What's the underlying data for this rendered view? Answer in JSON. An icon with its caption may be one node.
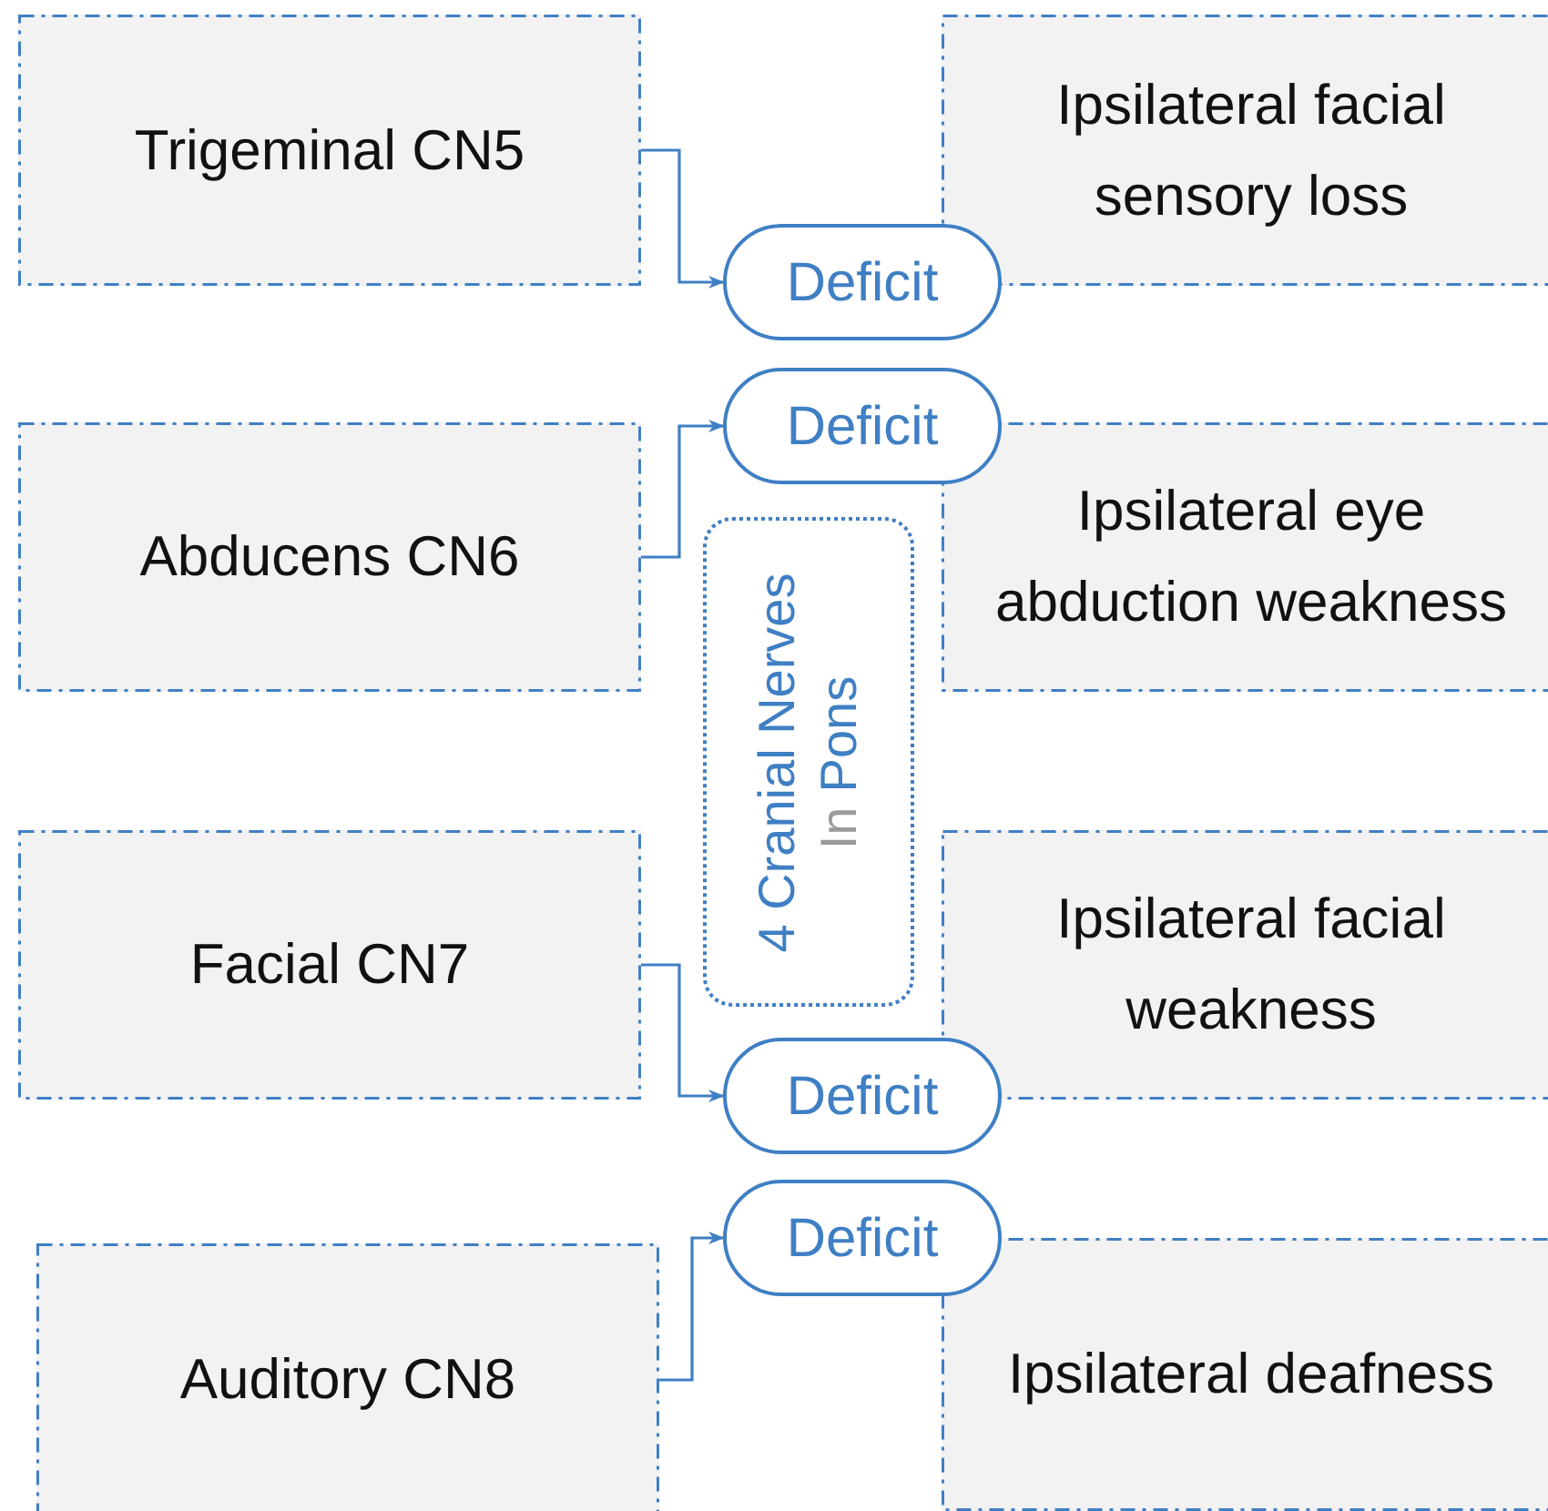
{
  "diagram": {
    "nodes": [
      {
        "text": [
          "Trigeminal CN5"
        ]
      },
      {
        "text": [
          "Ipsilateral facial sensory loss"
        ]
      },
      {
        "text": [
          "Deficit"
        ]
      },
      {
        "text": [
          "Deficit"
        ]
      },
      {
        "text": [
          "Abducens CN6"
        ]
      },
      {
        "text": [
          "Ipsilateral eye abduction weakness"
        ]
      },
      {
        "text": [
          "4 Cranial Nerves",
          "In",
          "Pons"
        ]
      },
      {
        "text": [
          "Facial CN7"
        ]
      },
      {
        "text": [
          "Ipsilateral facial weakness"
        ]
      },
      {
        "text": [
          "Deficit"
        ]
      },
      {
        "text": [
          "Deficit"
        ]
      },
      {
        "text": [
          "Auditory CN8"
        ]
      },
      {
        "text": [
          "Ipsilateral deafness"
        ]
      }
    ],
    "edges": [
      {
        "from": 0,
        "to": 2,
        "arrow": "to"
      },
      {
        "from": 4,
        "to": 3,
        "arrow": "to"
      },
      {
        "from": 7,
        "to": 9,
        "arrow": "to"
      },
      {
        "from": 11,
        "to": 10,
        "arrow": "to"
      }
    ]
  }
}
